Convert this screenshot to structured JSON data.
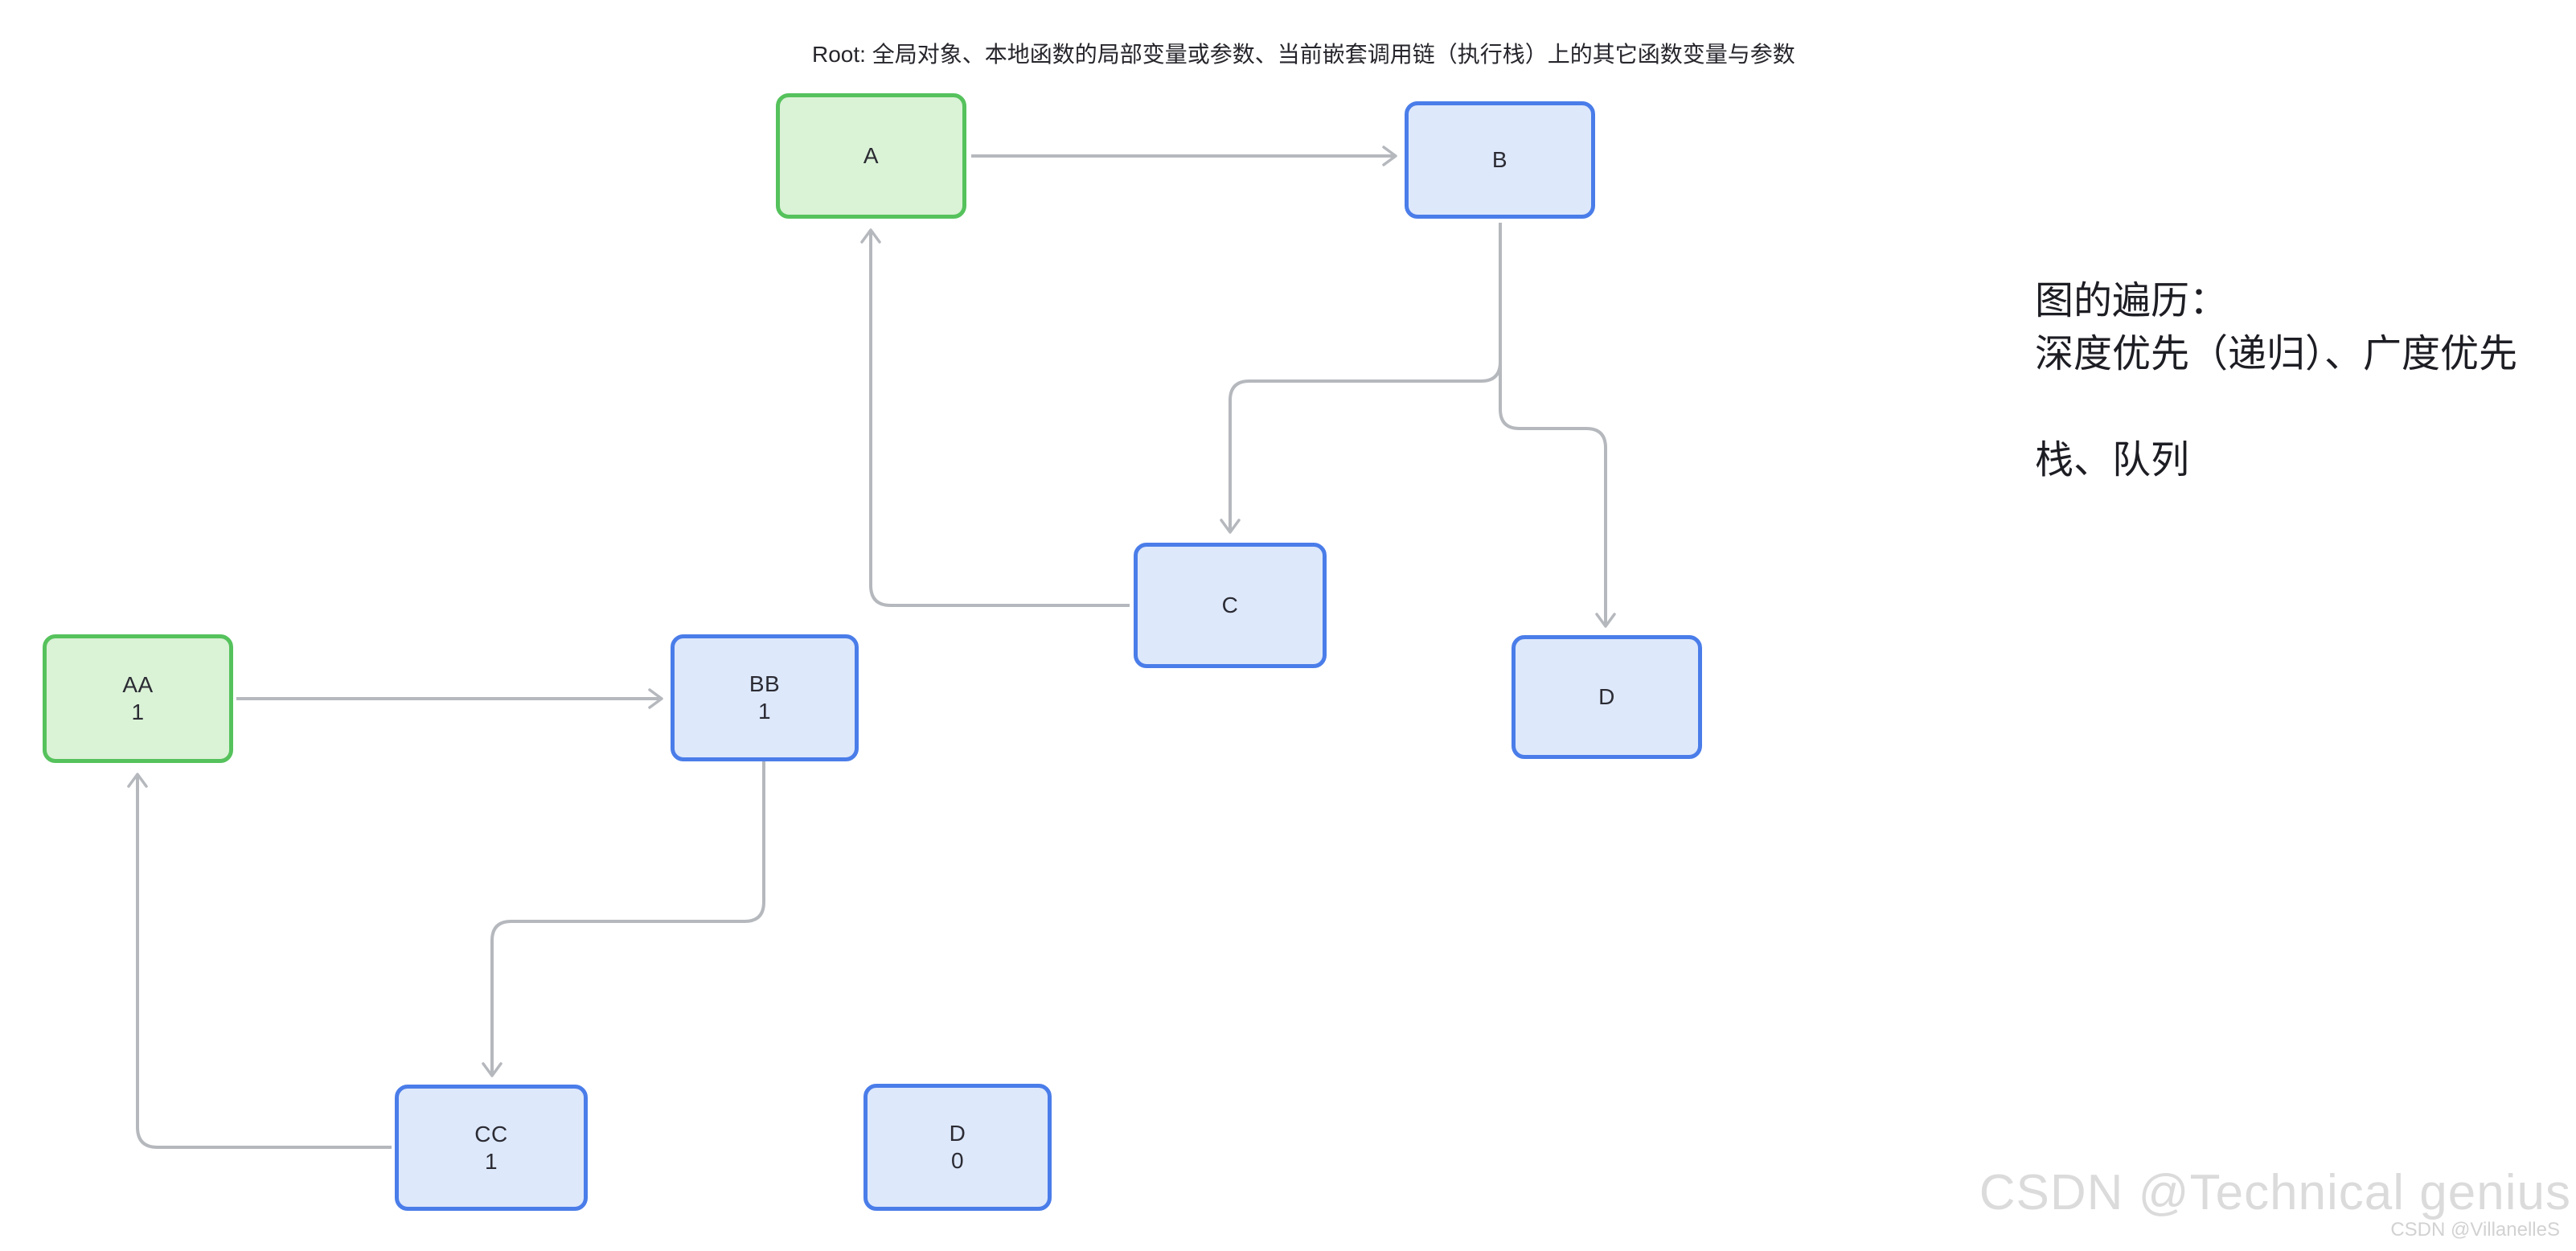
{
  "canvas": {
    "background": "#ffffff"
  },
  "root_note": "Root: 全局对象、本地函数的局部变量或参数、当前嵌套调用链（执行栈）上的其它函数变量与参数",
  "annotation": {
    "line1": "图的遍历：",
    "line2": "深度优先（递归）、广度优先",
    "line3": "栈、队列"
  },
  "nodes": {
    "A": {
      "label": "A"
    },
    "B": {
      "label": "B"
    },
    "C": {
      "label": "C"
    },
    "D": {
      "label": "D"
    },
    "AA": {
      "label": "AA",
      "value": "1"
    },
    "BB": {
      "label": "BB",
      "value": "1"
    },
    "CC": {
      "label": "CC",
      "value": "1"
    },
    "D0": {
      "label": "D",
      "value": "0"
    }
  },
  "edges": [
    {
      "from": "A",
      "to": "B"
    },
    {
      "from": "B",
      "to": "C"
    },
    {
      "from": "B",
      "to": "D"
    },
    {
      "from": "C",
      "to": "A"
    },
    {
      "from": "AA",
      "to": "BB"
    },
    {
      "from": "BB",
      "to": "CC"
    },
    {
      "from": "CC",
      "to": "AA"
    }
  ],
  "watermark": {
    "large": "CSDN @Technical genius",
    "small": "CSDN @VillanelleS"
  },
  "colors": {
    "canvas_bg": "#ffffff",
    "green_fill": "#daf2d6",
    "green_stroke": "#55c25c",
    "blue_fill": "#dde8fb",
    "blue_stroke": "#4a7de9",
    "arrow": "#b5b8bd",
    "node_text": "#2b2b33",
    "note_text": "#26262c",
    "annotation_text": "#1d1d24",
    "watermark_large": "#dbdbdb",
    "watermark_small": "#d2d2d2"
  }
}
